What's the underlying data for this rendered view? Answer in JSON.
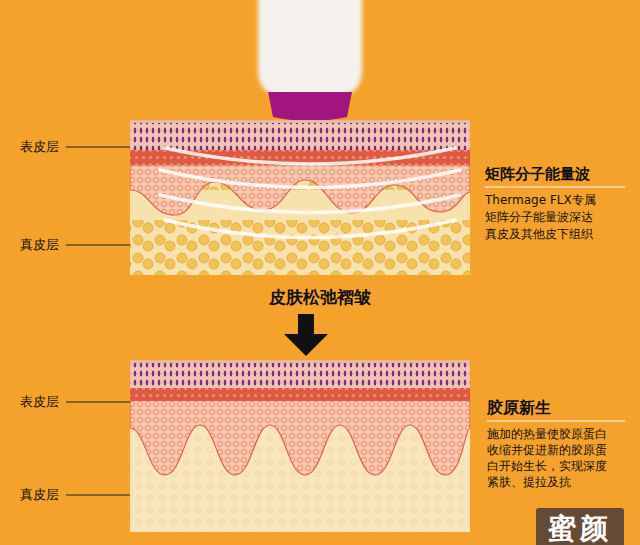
{
  "diagram": {
    "labels": [
      "表皮层",
      "真皮层",
      "矩阵分子能量波",
      "Thermage FLX专属 矩阵分子能量波深达 真皮及其他皮下组织",
      "皮肤松弛褶皱",
      "表皮层",
      "真皮层",
      "胶原新生",
      "施加的热量使胶原蛋白收缩并促进新的胶原蛋白开始生长，实现深度紧肤、提拉及抗",
      "蜜颜"
    ]
  }
}
